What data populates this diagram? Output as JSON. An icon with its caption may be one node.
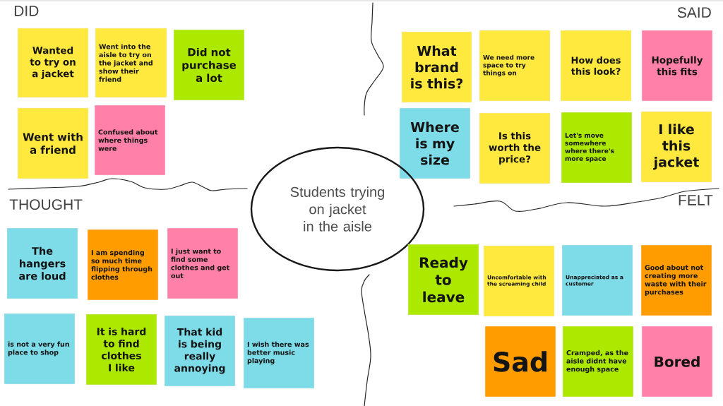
{
  "diagram": {
    "nodes": [
      {
        "text": [
          "Wanted to try on a jacket"
        ]
      },
      {
        "text": [
          "Went into the aisle to try on the jacket and show their friend"
        ]
      },
      {
        "text": [
          "Did not purchase a lot"
        ]
      },
      {
        "text": [
          "Went with a friend"
        ]
      },
      {
        "text": [
          "Confused about where things were"
        ]
      },
      {
        "text": [
          "What brand is this?"
        ]
      },
      {
        "text": [
          "We need more space to try things on"
        ]
      },
      {
        "text": [
          "How does this look?"
        ]
      },
      {
        "text": [
          "Hopefully this fits"
        ]
      },
      {
        "text": [
          "Where is my size"
        ]
      },
      {
        "text": [
          "Is this worth the price?"
        ]
      },
      {
        "text": [
          "Let's move somewhere where there's more space"
        ]
      },
      {
        "text": [
          "I like this jacket"
        ]
      },
      {
        "text": [
          "Students trying on jacket in the aisle"
        ]
      },
      {
        "text": [
          "The hangers are loud"
        ]
      },
      {
        "text": [
          "I am spending so much time flipping through clothes"
        ]
      },
      {
        "text": [
          "I just want to find some clothes and get out"
        ]
      },
      {
        "text": [
          "is not a very fun place to shop"
        ]
      },
      {
        "text": [
          "It is hard to find clothes I like"
        ]
      },
      {
        "text": [
          "That kid is being really annoying"
        ]
      },
      {
        "text": [
          "I wish there was better music playing"
        ]
      },
      {
        "text": [
          "Ready to leave"
        ]
      },
      {
        "text": [
          "Uncomfortable with the screaming child"
        ]
      },
      {
        "text": [
          "Unappreciated as a customer"
        ]
      },
      {
        "text": [
          "Good about not creating more waste with their purchases"
        ]
      },
      {
        "text": [
          "Sad"
        ]
      },
      {
        "text": [
          "Cramped, as the aisle didnt have enough space"
        ]
      },
      {
        "text": [
          "Bored"
        ]
      }
    ],
    "labels": [
      "DID",
      "SAID",
      "THOUGHT",
      "FELT"
    ]
  }
}
